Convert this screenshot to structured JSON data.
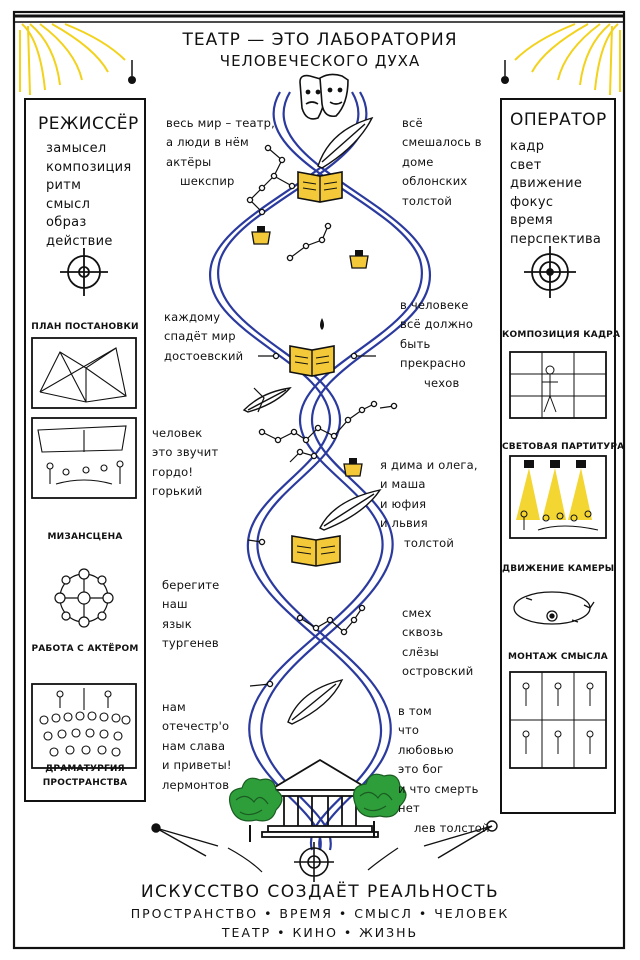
{
  "title": {
    "line1": "ТЕАТР — ЭТО ЛАБОРАТОРИЯ",
    "line2": "ЧЕЛОВЕЧЕСКОГО ДУХА"
  },
  "left_panel": {
    "title": "РЕЖИССЁР",
    "items": [
      "замысел",
      "композиция",
      "ритм",
      "смысл",
      "образ",
      "действие"
    ],
    "captions": [
      "ПЛАН ПОСТАНОВКИ",
      "МИЗАНСЦЕНА",
      "РАБОТА С АКТЁРОМ",
      "ДРАМАТУРГИЯ",
      "ПРОСТРАНСТВА"
    ]
  },
  "right_panel": {
    "title": "ОПЕРАТОР",
    "items": [
      "кадр",
      "свет",
      "движение",
      "фокус",
      "время",
      "перспектива"
    ],
    "captions": [
      "КОМПОЗИЦИЯ КАДРА",
      "СВЕТОВАЯ ПАРТИТУРА",
      "ДВИЖЕНИЕ КАМЕРЫ",
      "МОНТАЖ СМЫСЛА"
    ]
  },
  "quotes": [
    {
      "text": "весь мир – театр,\nа люди в нём\nактёры",
      "author": "шекспир"
    },
    {
      "text": "всё\nсмешалось в\nдоме\nоблонских",
      "author": "толстой"
    },
    {
      "text": "каждому\nспадёт мир",
      "author": "достоевский"
    },
    {
      "text": "в человеке\nвсё должно\nбыть\nпрекрасно",
      "author": "чехов"
    },
    {
      "text": "человек\nэто звучит\nгордо!",
      "author": "горький"
    },
    {
      "text": "я дима и олега,\nи маша\nи юфия\nи львия",
      "author": "толстой"
    },
    {
      "text": "берегите\nнаш\nязык",
      "author": "тургенев"
    },
    {
      "text": "смех\nсквозь\nслёзы",
      "author": "островский"
    },
    {
      "text": "нам\nотечестр'о\nнам слава\nи приветы!",
      "author": "лермонтов"
    },
    {
      "text": "в том\nчто\nлюбовью\nэто бог\nи что смерть\nнет",
      "author": "лев толстой"
    }
  ],
  "bottom": {
    "headline": "ИСКУССТВО СОЗДАЁТ РЕАЛЬНОСТЬ",
    "line2": "ПРОСТРАНСТВО • ВРЕМЯ • СМЫСЛ • ЧЕЛОВЕК",
    "line3": "ТЕАТР • КИНО • ЖИЗНЬ"
  },
  "colors": {
    "helix": "#2b3a9e",
    "curtain": "#f2d21b",
    "book": "#f3c93a",
    "tree": "#2e9e3a",
    "ink": "#111111"
  },
  "icons": [
    "theater-masks-icon",
    "quill-icon",
    "book-icon",
    "inkwell-icon",
    "crosshair-icon",
    "theater-building-icon",
    "tree-icon",
    "spotlight-icon",
    "camera-icon"
  ]
}
